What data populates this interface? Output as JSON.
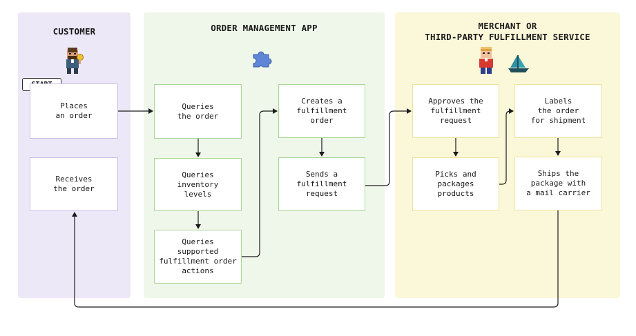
{
  "lanes": {
    "customer": {
      "title": "CUSTOMER"
    },
    "oma": {
      "title": "ORDER MANAGEMENT APP"
    },
    "merchant": {
      "title": "MERCHANT OR\nTHIRD-PARTY FULFILLMENT SERVICE"
    }
  },
  "start_label": "START",
  "steps": {
    "places_order": "Places\nan order",
    "receives_order": "Receives\nthe order",
    "queries_order": "Queries\nthe order",
    "queries_inventory": "Queries\ninventory\nlevels",
    "queries_actions": "Queries\nsupported\nfulfillment order\nactions",
    "creates_fo": "Creates a\nfulfillment\norder",
    "sends_request": "Sends a\nfulfillment\nrequest",
    "approves_request": "Approves the\nfulfillment\nrequest",
    "picks_packages": "Picks and\npackages\nproducts",
    "labels_order": "Labels\nthe order\nfor shipment",
    "ships_package": "Ships the\npackage with\na mail carrier"
  },
  "icons": {
    "customer": "customer-avatar-icon",
    "app": "puzzle-piece-icon",
    "merchant": "merchant-avatar-icon",
    "shipping": "sailboat-icon"
  },
  "colors": {
    "customer_lane": "#ede8f8",
    "app_lane": "#eff7ea",
    "merchant_lane": "#fbf7d9",
    "puzzle": "#5f86d6"
  }
}
